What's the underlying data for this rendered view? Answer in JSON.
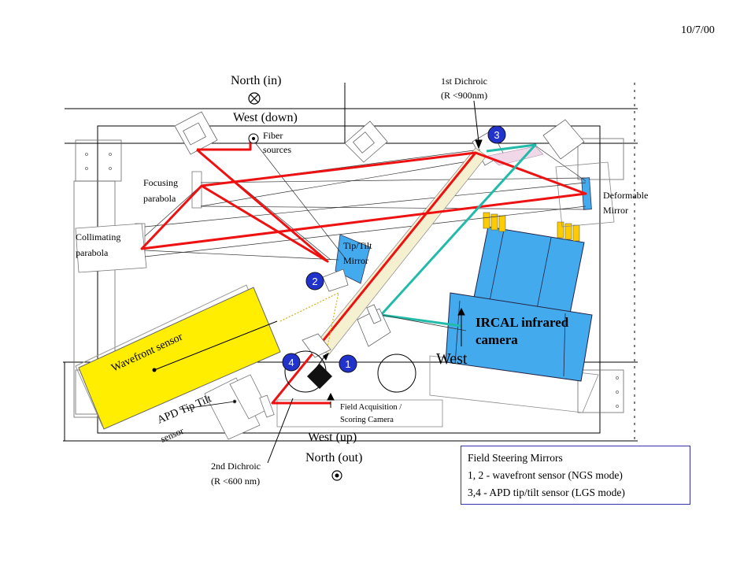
{
  "date": "10/7/00",
  "labels": {
    "north_in": "North (in)",
    "west_down": "West (down)",
    "fiber_1": "Fiber",
    "fiber_2": "sources",
    "dichroic1_1": "1st Dichroic",
    "dichroic1_2": "(R <900nm)",
    "focusing_1": "Focusing",
    "focusing_2": "parabola",
    "deformable_1": "Deformable",
    "deformable_2": "Mirror",
    "collimating_1": "Collimating",
    "collimating_2": "parabola",
    "tiptilt_1": "Tip/Tilt",
    "tiptilt_2": "Mirror",
    "wavefront": "Wavefront sensor",
    "ircal_1": "IRCAL infrared",
    "ircal_2": "camera",
    "west": "West",
    "apd_1": "APD Tip Tilt",
    "apd_2": "sensor",
    "field_acq_1": "Field Acquisition /",
    "field_acq_2": "Scoring Camera",
    "west_up": "West (up)",
    "north_out": "North (out)",
    "dichroic2_1": "2nd Dichroic",
    "dichroic2_2": "(R <600 nm)"
  },
  "markers": [
    "1",
    "2",
    "3",
    "4"
  ],
  "legend": {
    "title": "Field Steering Mirrors",
    "line1": "1, 2 - wavefront sensor (NGS mode)",
    "line2": "3,4 - APD tip/tilt sensor (LGS mode)"
  },
  "colors": {
    "beam_red": "#ee1111",
    "beam_teal": "#22bbaa",
    "wavefront_yellow": "#ffee00",
    "camera_blue": "#44aaee",
    "marker_blue": "#2233cc"
  }
}
